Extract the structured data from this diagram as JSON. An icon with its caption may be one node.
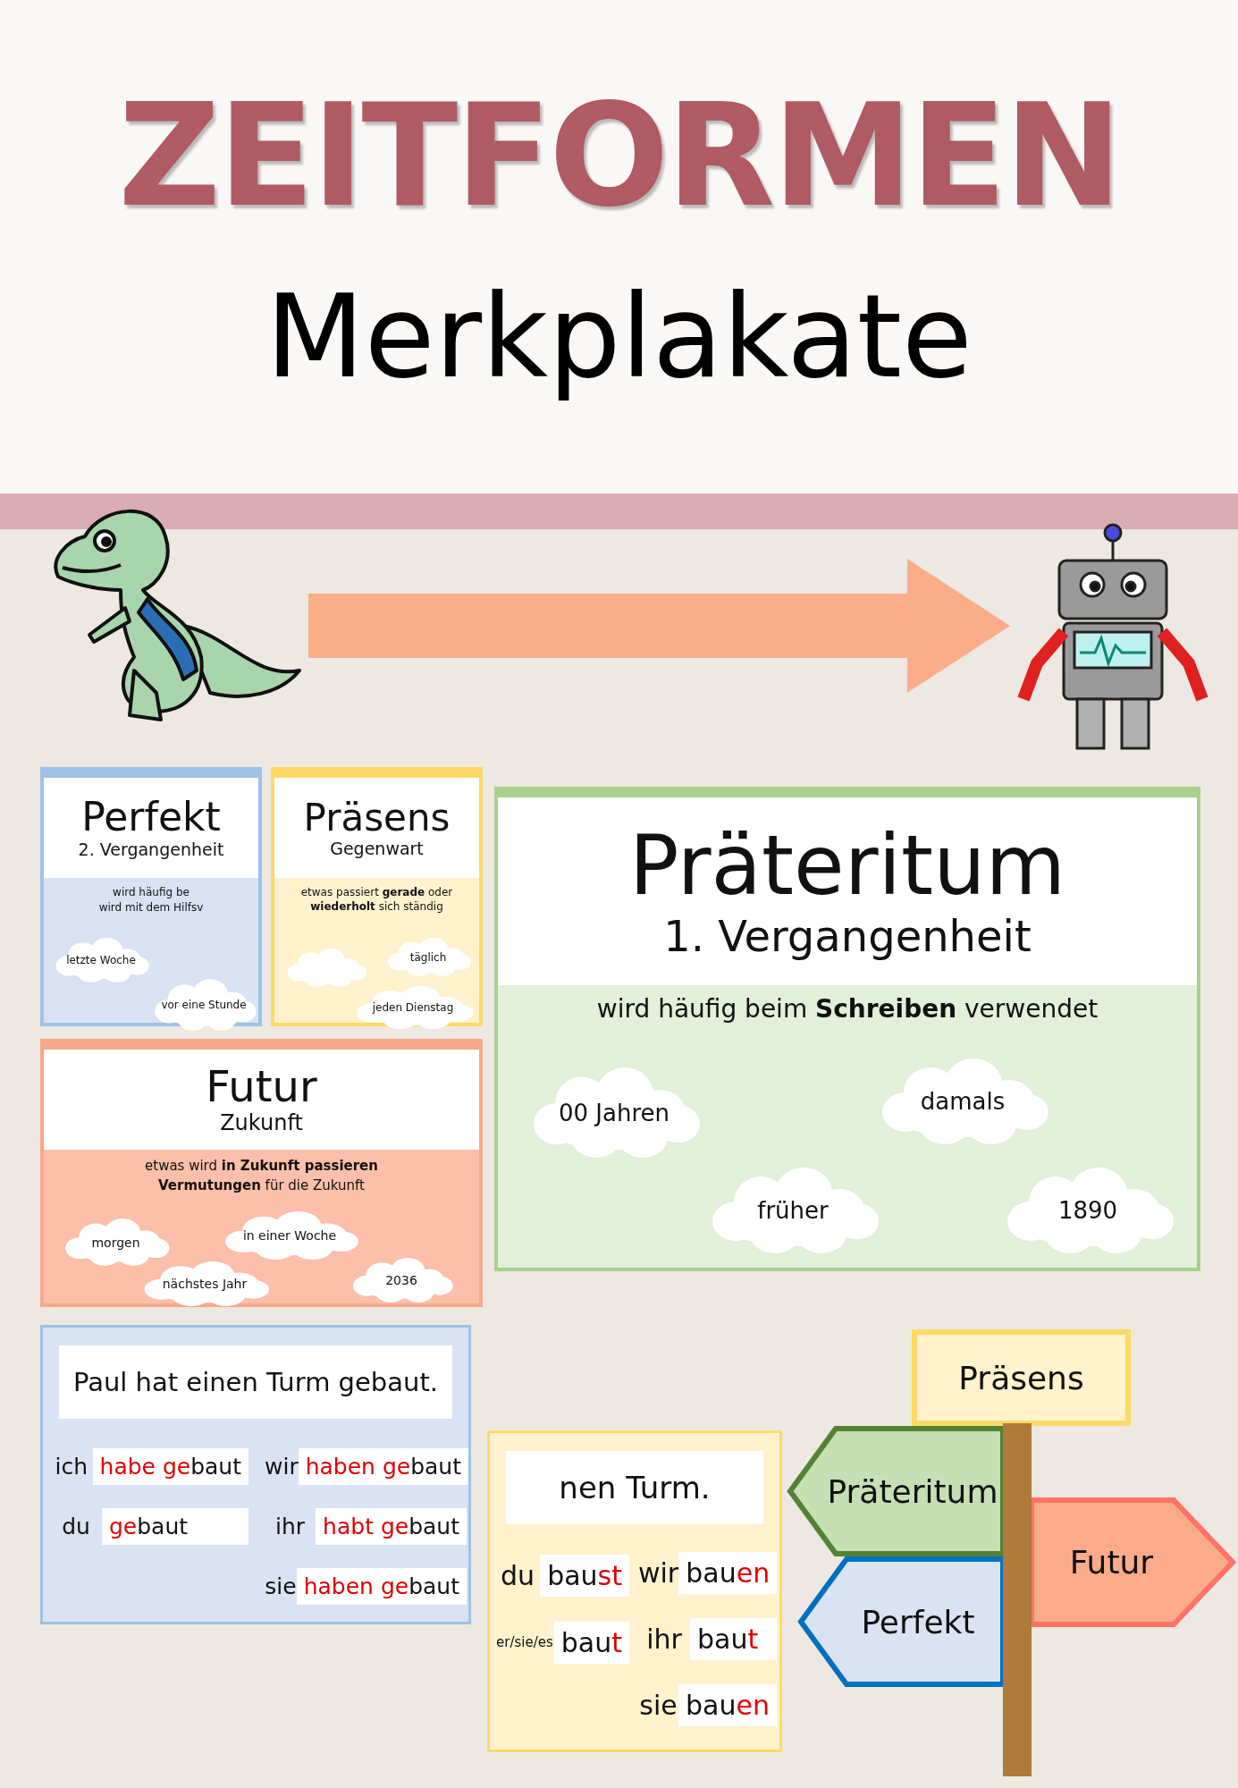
{
  "diagram": {
    "title": "ZEITFORMEN",
    "nodes": [
      {
        "text": [],
        "shape": "picture"
      },
      {
        "text": [],
        "shape": "picture"
      },
      {
        "text": [
          "Perfekt",
          "2. Vergangenheit",
          "wird häufig be",
          "wird mit dem Hilfsv"
        ]
      },
      {
        "text": [
          "letzte Woche"
        ],
        "in": 2
      },
      {
        "text": [
          "vor eine Stunde"
        ],
        "in": 2
      },
      {
        "text": [
          "Präsens",
          "Gegenwart",
          "etwas passiert **gerade** oder **wiederholt** sich ständig"
        ]
      },
      {
        "text": [],
        "shape": "cloud",
        "in": 5
      },
      {
        "text": [
          "täglich"
        ],
        "in": 5
      },
      {
        "text": [
          "jeden Dienstag"
        ],
        "in": 5
      },
      {
        "text": [
          "Futur",
          "Zukunft",
          "etwas wird **in Zukunft passieren**",
          "**Vermutungen** für die Zukunft"
        ]
      },
      {
        "text": [
          "morgen"
        ],
        "in": 9
      },
      {
        "text": [
          "in einer Woche"
        ],
        "in": 9
      },
      {
        "text": [
          "nächstes Jahr"
        ],
        "in": 9
      },
      {
        "text": [
          "2036"
        ],
        "in": 9
      },
      {
        "text": [
          "Präteritum",
          "1. Vergangenheit",
          "wird häufig beim **Schreiben** verwendet"
        ]
      },
      {
        "text": [
          "00 Jahren"
        ],
        "in": 14
      },
      {
        "text": [
          "damals"
        ],
        "in": 14
      },
      {
        "text": [
          "früher"
        ],
        "in": 14
      },
      {
        "text": [
          "1890"
        ],
        "in": 14
      },
      {
        "text": [
          "Paul hat einen Turm gebaut."
        ]
      },
      {
        "text": [
          "ich",
          "**habe ge**baut"
        ],
        "in": 19
      },
      {
        "text": [
          "du",
          "**ge**baut"
        ],
        "in": 19
      },
      {
        "text": [
          "wir",
          "**haben ge**baut"
        ],
        "in": 19
      },
      {
        "text": [
          "ihr",
          "**habt ge**baut"
        ],
        "in": 19
      },
      {
        "text": [
          "sie",
          "**haben ge**baut"
        ],
        "in": 19
      },
      {
        "text": [
          "nen Turm."
        ]
      },
      {
        "text": [
          "du",
          "bau**st**"
        ],
        "in": 25
      },
      {
        "text": [
          "er/sie/es",
          "bau**t**"
        ],
        "in": 25
      },
      {
        "text": [
          "wir",
          "bau**en**"
        ],
        "in": 25
      },
      {
        "text": [
          "ihr",
          "bau**t**"
        ],
        "in": 25
      },
      {
        "text": [
          "sie",
          "bau**en**"
        ],
        "in": 25
      },
      {
        "text": [
          "Präsens"
        ]
      },
      {
        "text": [
          "Präteritum"
        ]
      },
      {
        "text": [
          "Futur"
        ]
      },
      {
        "text": [
          "Perfekt"
        ]
      },
      {
        "text": [],
        "shape": "bar"
      }
    ],
    "edges": [
      {
        "from": 0,
        "to": 1,
        "arrow": "to",
        "color": "#fbad8a"
      }
    ],
    "labels": [
      "Merkplakate"
    ]
  }
}
